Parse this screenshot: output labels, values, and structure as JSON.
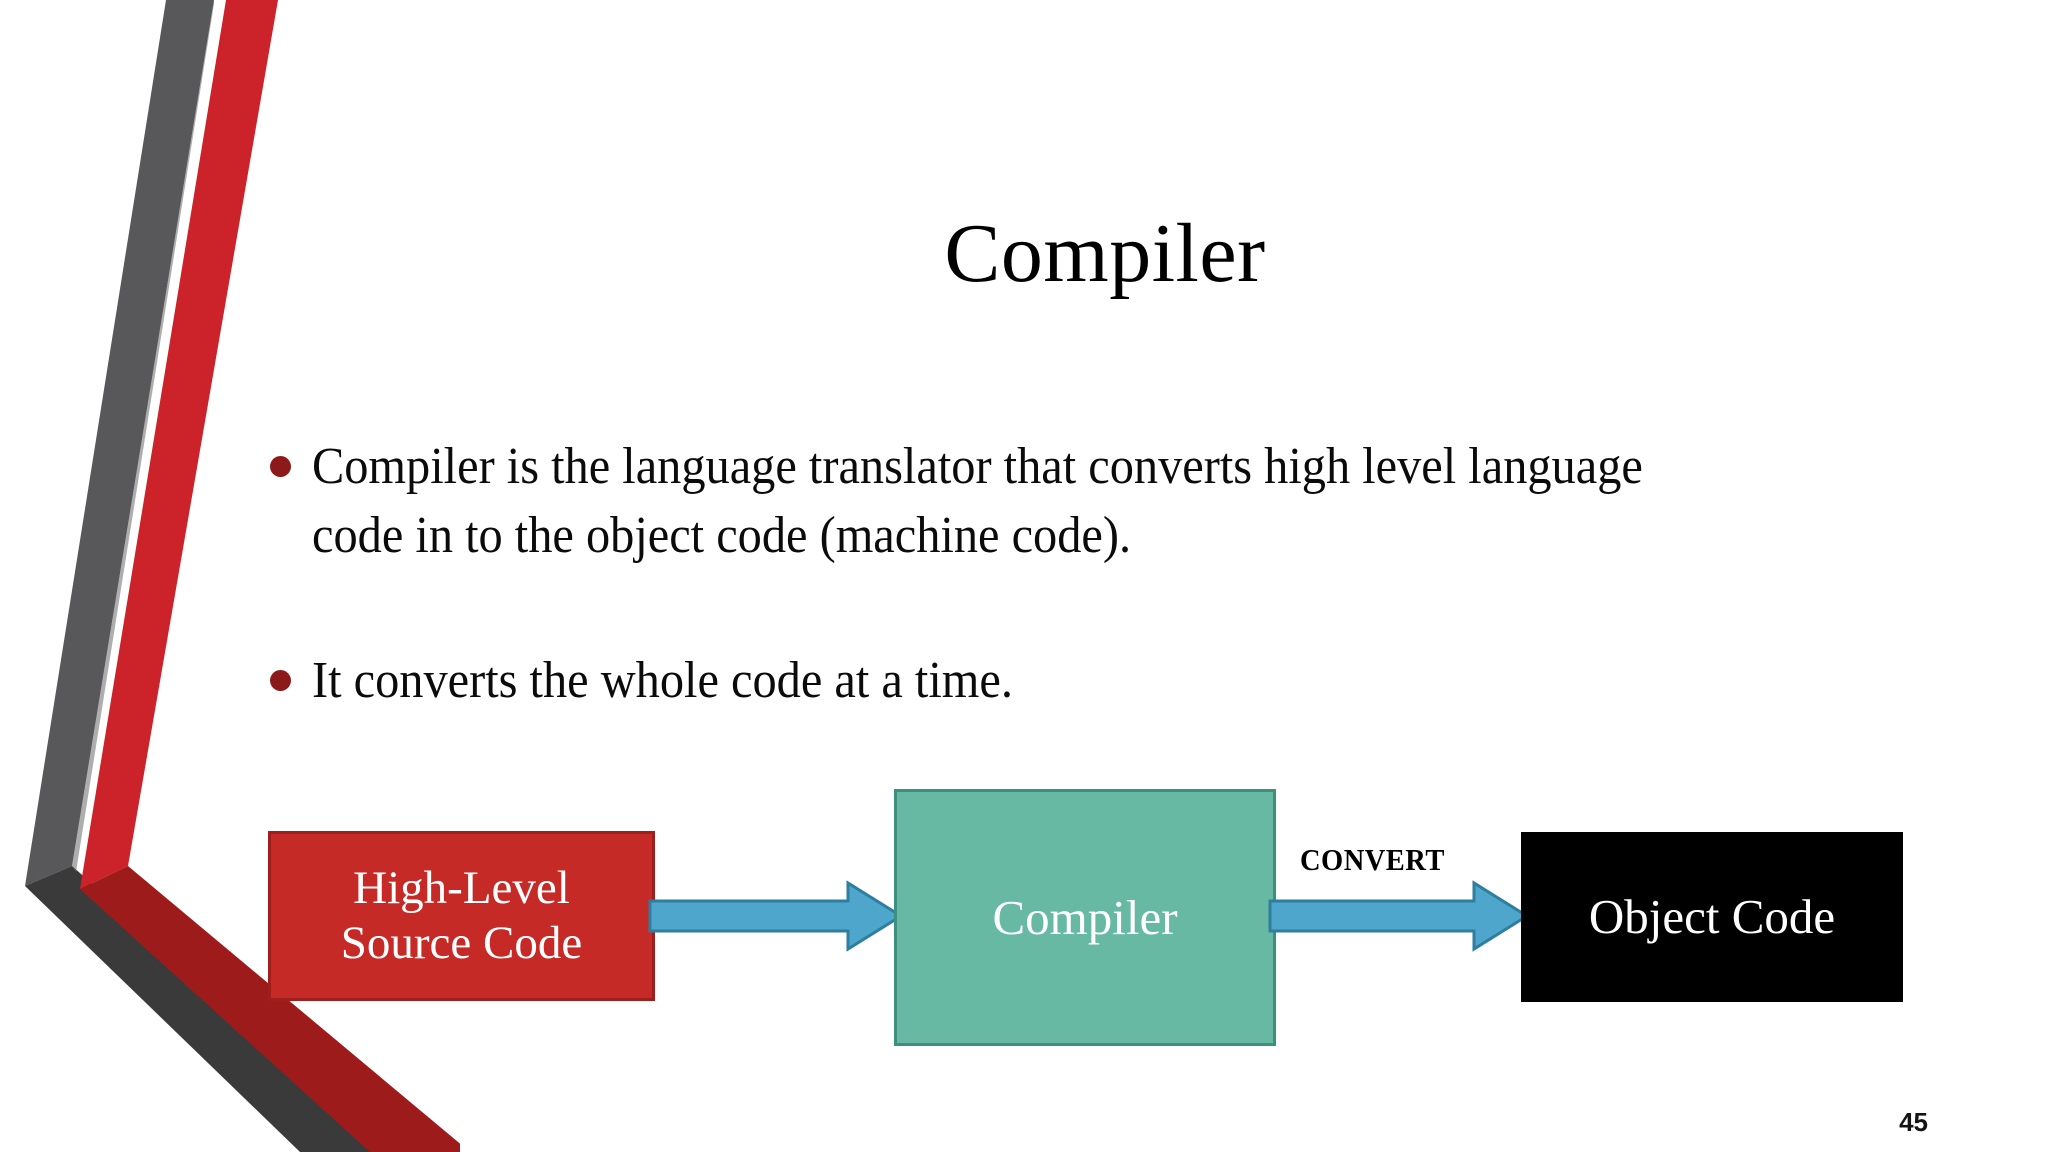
{
  "slide": {
    "title": "Compiler",
    "page_number": "45",
    "background_color": "#ffffff"
  },
  "decor": {
    "name": "chevron-corner-graphic",
    "gray_upper": "#58585A",
    "gray_lower": "#3A3A3A",
    "red_upper": "#CC2229",
    "red_lower": "#9E1B1B"
  },
  "bullets": [
    {
      "text": "Compiler is the language translator that converts high level language code in to the object code (machine code).",
      "marker_color": "#8C1A1A"
    },
    {
      "text": "It converts the whole code at a time.",
      "marker_color": "#8C1A1A"
    }
  ],
  "diagram": {
    "type": "flow",
    "nodes": [
      {
        "id": "source",
        "label": "High-Level Source Code",
        "line1": "High-Level",
        "line2": "Source Code",
        "fill": "#C62A26",
        "border": "#9E1F1C",
        "text_color": "#ffffff"
      },
      {
        "id": "compiler",
        "label": "Compiler",
        "fill": "#68B9A4",
        "border": "#3D8F7E",
        "text_color": "#ffffff"
      },
      {
        "id": "object",
        "label": "Object Code",
        "fill": "#000000",
        "border": "#000000",
        "text_color": "#ffffff"
      }
    ],
    "arrows": [
      {
        "id": "arrow-source-to-compiler",
        "label": "",
        "fill": "#4FA6CC",
        "border": "#2E7E9E"
      },
      {
        "id": "arrow-compiler-to-object",
        "label": "CONVERT",
        "fill": "#4FA6CC",
        "border": "#2E7E9E"
      }
    ],
    "convert_label": "CONVERT"
  }
}
